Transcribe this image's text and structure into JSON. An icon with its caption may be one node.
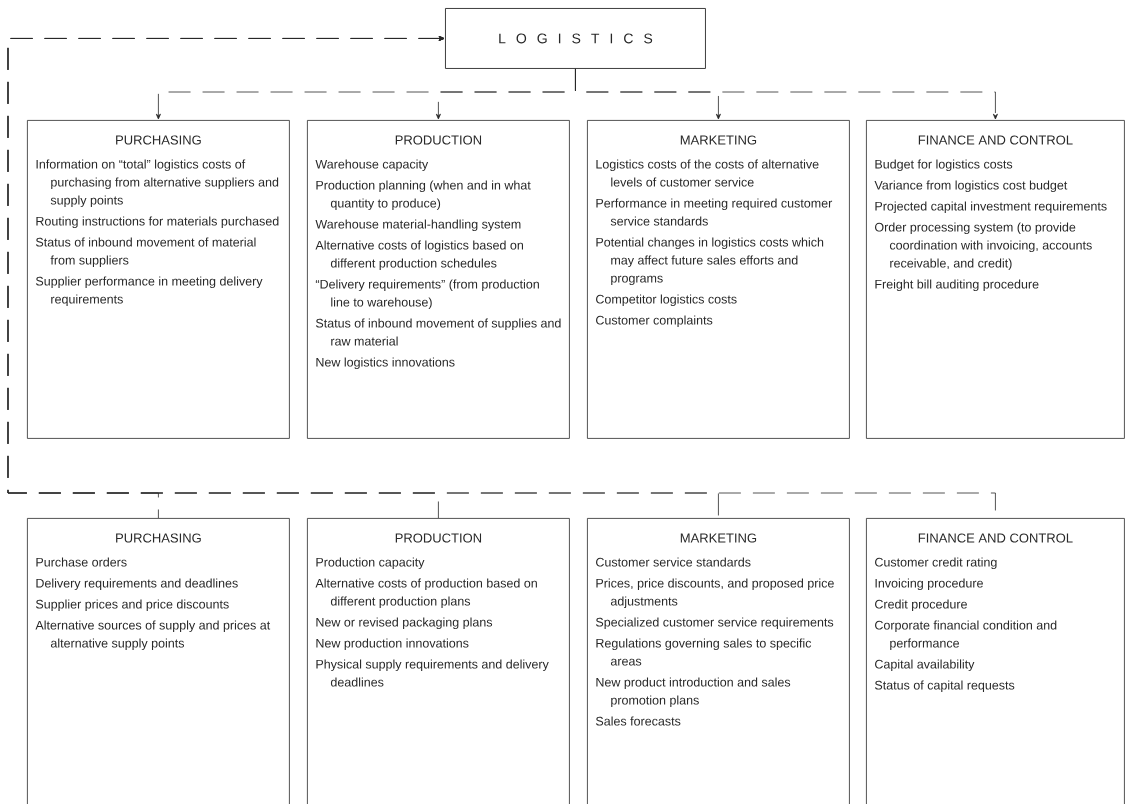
{
  "diagram": {
    "nodes": [
      {
        "text": [
          "L O G I S T I C S"
        ]
      },
      {
        "text": [
          "PURCHASING",
          "Information on “total” logistics costs of purchasing from alternative suppliers and supply points",
          "Routing instructions for materials purchased",
          "Status of inbound movement of material from suppliers",
          "Supplier performance in meeting delivery requirements"
        ]
      },
      {
        "text": [
          "PRODUCTION",
          "Warehouse capacity",
          "Production planning (when and in what quantity to produce)",
          "Warehouse material-handling system",
          "Alternative costs of logistics based on different production schedules",
          "“Delivery requirements” (from production line to warehouse)",
          "Status of inbound movement of supplies and raw material",
          "New logistics innovations"
        ]
      },
      {
        "text": [
          "MARKETING",
          "Logistics costs of the costs of alternative levels of customer service",
          "Performance in meeting required customer service standards",
          "Potential changes in logistics costs which may affect future sales efforts and programs",
          "Competitor logistics costs",
          "Customer complaints"
        ]
      },
      {
        "text": [
          "FINANCE AND CONTROL",
          "Budget for logistics costs",
          "Variance from logistics cost budget",
          "Projected capital investment requirements",
          "Order processing system (to provide coordination with invoicing, accounts receivable, and credit)",
          "Freight bill auditing procedure"
        ]
      },
      {
        "text": [
          "PURCHASING",
          "Purchase orders",
          "Delivery requirements and deadlines",
          "Supplier prices and price discounts",
          "Alternative sources of supply and prices at alternative supply points"
        ]
      },
      {
        "text": [
          "PRODUCTION",
          "Production capacity",
          "Alternative costs of production based on different production plans",
          "New or revised packaging plans",
          "New production innovations",
          "Physical supply requirements and delivery deadlines"
        ]
      },
      {
        "text": [
          "MARKETING",
          "Customer service standards",
          "Prices, price discounts, and proposed price adjustments",
          "Specialized customer service requirements",
          "Regulations governing sales to specific areas",
          "New product introduction and sales promotion plans",
          "Sales forecasts"
        ]
      },
      {
        "text": [
          "FINANCE AND CONTROL",
          "Customer credit rating",
          "Invoicing procedure",
          "Credit procedure",
          "Corporate financial condition and performance",
          "Capital availability",
          "Status of capital requests"
        ]
      }
    ],
    "edges": [
      {
        "from": 0,
        "to": 1,
        "arrow": "to",
        "style": "dashed"
      },
      {
        "from": 0,
        "to": 2,
        "arrow": "to",
        "style": "dashed"
      },
      {
        "from": 0,
        "to": 3,
        "arrow": "to",
        "style": "dashed"
      },
      {
        "from": 0,
        "to": 4,
        "arrow": "to",
        "style": "dashed"
      },
      {
        "from": 5,
        "to": 0,
        "arrow": "to",
        "style": "dashed"
      },
      {
        "from": 6,
        "to": 0,
        "arrow": "to",
        "style": "dashed"
      },
      {
        "from": 7,
        "to": 0,
        "arrow": "to",
        "style": "dashed"
      },
      {
        "from": 8,
        "to": 0,
        "arrow": "to",
        "style": "dashed"
      }
    ]
  }
}
